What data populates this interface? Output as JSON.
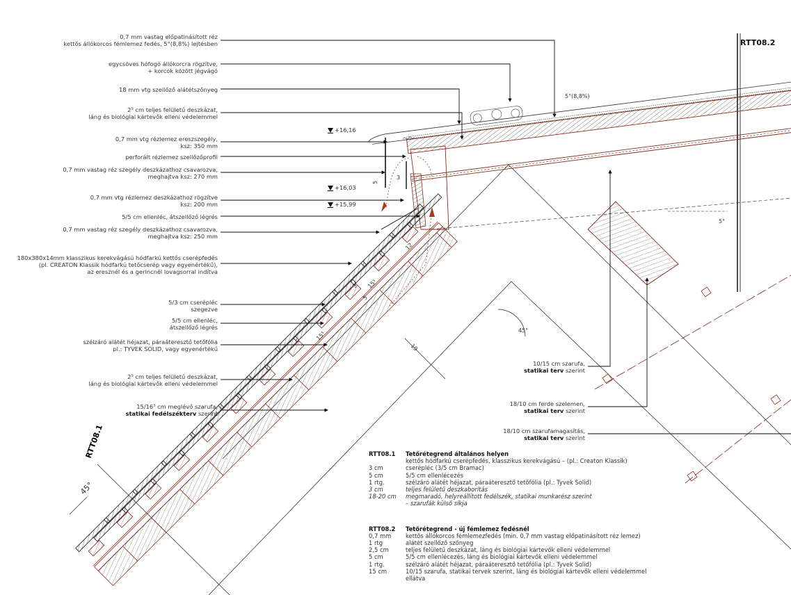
{
  "left_labels": [
    {
      "lines": [
        "0,7 mm vastag előpatinásított réz",
        "kettős állókorcos fémlemez fedés, 5°(8,8%) lejtésben"
      ]
    },
    {
      "lines": [
        "egycsöves hófogó állókorcra rögzítve,",
        "+ korcok között jégvágó"
      ]
    },
    {
      "lines": [
        "18 mm vtg szellőző alátétszőnyeg"
      ]
    },
    {
      "lines": [
        "2⁵ cm teljes felületű deszkázat,",
        "láng és biológiai kártevők elleni védelemmel"
      ]
    },
    {
      "lines": [
        "0,7 mm vtg rézlemez ereszszegély,",
        "ksz: 350 mm"
      ]
    },
    {
      "lines": [
        "perforált rézlemez szellőzőprofil"
      ]
    },
    {
      "lines": [
        "0,7 mm vastag réz szegély deszkázathoz csavarozva,",
        "meghajtva ksz: 270 mm"
      ]
    },
    {
      "lines": [
        "0,7 mm vtg rézlemez deszkázathoz rögzítve",
        "ksz: 200 mm"
      ]
    },
    {
      "lines": [
        "5/5 cm ellenléc, átszellőző légrés"
      ]
    },
    {
      "lines": [
        "0,7 mm vastag réz szegély deszkázathoz csavarozva,",
        "meghajtva ksz: 250 mm"
      ]
    },
    {
      "lines": [
        "180x380x14mm klasszikus kerekvágású hódfarkú kettős cserépfedés",
        "(pl. CREATON Klassik hódfarkú tetőcserép vagy egyenértékű),",
        "az eresznél és a gerincnél lovagsorral indítva"
      ]
    },
    {
      "lines": [
        "5/3 cm cserépléc",
        "szegezve"
      ]
    },
    {
      "lines": [
        "5/5 cm ellenléc,",
        "átszellőző légrés"
      ]
    },
    {
      "lines": [
        "szélzáró alátét héjazat, páraáteresztő tetőfólia",
        "pl.: TYVEK SOLID, vagy egyenértékű"
      ]
    },
    {
      "lines": [
        "2⁵ cm teljes felületű deszkázat,",
        "láng és biológiai kártevők elleni védelemmel"
      ]
    },
    {
      "lines": [
        "15/16⁵ cm meglévő szarufa,"
      ],
      "bold": "statikai fedélszékterv",
      "suffix": " szerint"
    }
  ],
  "right_labels": [
    {
      "line1": "10/15 cm szarufa,",
      "bold": "statikai terv",
      "suffix": " szerint"
    },
    {
      "line1": "18/10 cm ferde szelemen,",
      "bold": "statikai terv",
      "suffix": " szerint"
    },
    {
      "line1": "18/10 cm szarufamagasítás,",
      "bold": "statikai terv",
      "suffix": " szerint"
    }
  ],
  "levels": [
    "+16,16",
    "+16,03",
    "+15,99"
  ],
  "section_codes": {
    "left": "RTT08.1",
    "right": "RTT08.2"
  },
  "dims": {
    "slope_top": "5°(8,8%)",
    "slope_right": "5°",
    "gap_3": "3",
    "gap_5": "5",
    "d12": "12",
    "d3": "3",
    "d5": "5",
    "d15a": "15⁵",
    "d15b": "15⁵",
    "d19": "19",
    "angle_45": "45°",
    "angle_45b": "45°"
  },
  "legend": {
    "rtt081": {
      "code": "RTT08.1",
      "title": "Tetőrétegrend általános helyen",
      "rows": [
        {
          "k": "",
          "v": "kettős hódfarkú cserépfedés, klasszikus kerekvágású – (pl.: Creaton Klassik)"
        },
        {
          "k": "3 cm",
          "v": "cserépléc (3/5 cm Bramac)"
        },
        {
          "k": "5 cm",
          "v": "5/5 cm ellenlécezés"
        },
        {
          "k": "1 rtg.",
          "v": "szélzáró alátét héjazat, páraáteresztő tetőfólia (pl.: Tyvek Solid)"
        },
        {
          "k": "3 cm",
          "v": "teljes felületű deszkaborítás",
          "italic": true
        },
        {
          "k": "18-20 cm",
          "v": "megmaradó, helyreállított fedélszék, statikai munkarész szerint",
          "italic": true
        },
        {
          "k": "",
          "v": "– szarufák külső síkja",
          "italic": true
        }
      ]
    },
    "rtt082": {
      "code": "RTT08.2",
      "title": "Tetőrétegrend - új fémlemez fedésnél",
      "rows": [
        {
          "k": "0,7 mm",
          "v": "kettős állókorcos fémlemezfedés (min. 0,7 mm vastag előpatinásított réz lemez)"
        },
        {
          "k": "1 rtg",
          "v": "alátét szellőző szőnyeg"
        },
        {
          "k": "2,5 cm",
          "v": "teljes felületű deszkázat, láng és biológiai kártevők elleni védelemmel"
        },
        {
          "k": "5 cm",
          "v": "5/5 cm ellenlécezés, láng és biológiai kártevők elleni védelemmel"
        },
        {
          "k": "1 rtg.",
          "v": "szélzáró alátét héjazat, páraáteresztő tetőfólia (pl.: Tyvek Solid)"
        },
        {
          "k": "15 cm",
          "v": "10/15 szarufa, statikai tervek szerint, láng és biológiai kártevők elleni védelemmel"
        },
        {
          "k": "",
          "v": "ellátva"
        }
      ]
    }
  },
  "colors": {
    "line": "#111111",
    "timber": "#8b2a1a",
    "arrow": "#a33a1a"
  }
}
